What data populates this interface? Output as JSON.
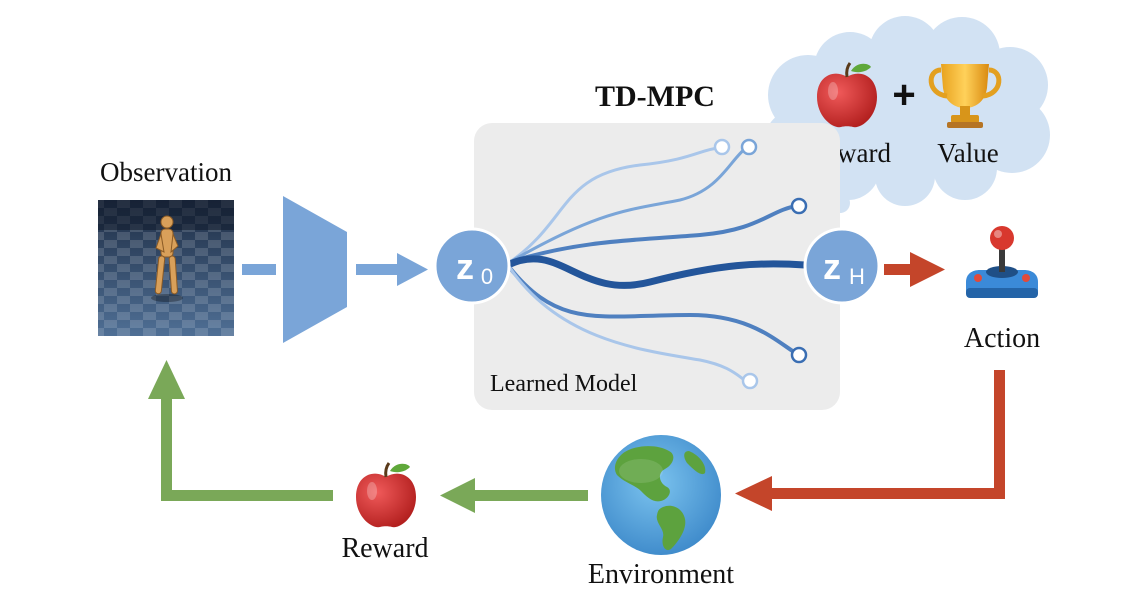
{
  "title": "TD-MPC",
  "labels": {
    "observation": "Observation",
    "learned_model": "Learned Model",
    "action": "Action",
    "environment": "Environment",
    "reward_bottom": "Reward",
    "thought_reward": "Reward",
    "thought_value": "Value",
    "plus": "+"
  },
  "latents": {
    "z0_main": "z",
    "z0_sub": "0",
    "zh_main": "z",
    "zh_sub": "H"
  },
  "colors": {
    "blue": "#7aa5d8",
    "dark_blue": "#3565a8",
    "light_blue": "#a9c6ea",
    "red": "#c4452a",
    "green": "#7aa858",
    "panel": "#ececec",
    "cloud": "#d2e2f3"
  },
  "icons": {
    "observation_image": "humanoid-checkerboard-image",
    "encoder": "encoder-trapezoid",
    "action_icon": "joystick-icon",
    "environment_icon": "globe-icon",
    "reward_icon": "apple-icon",
    "value_icon": "trophy-icon"
  }
}
